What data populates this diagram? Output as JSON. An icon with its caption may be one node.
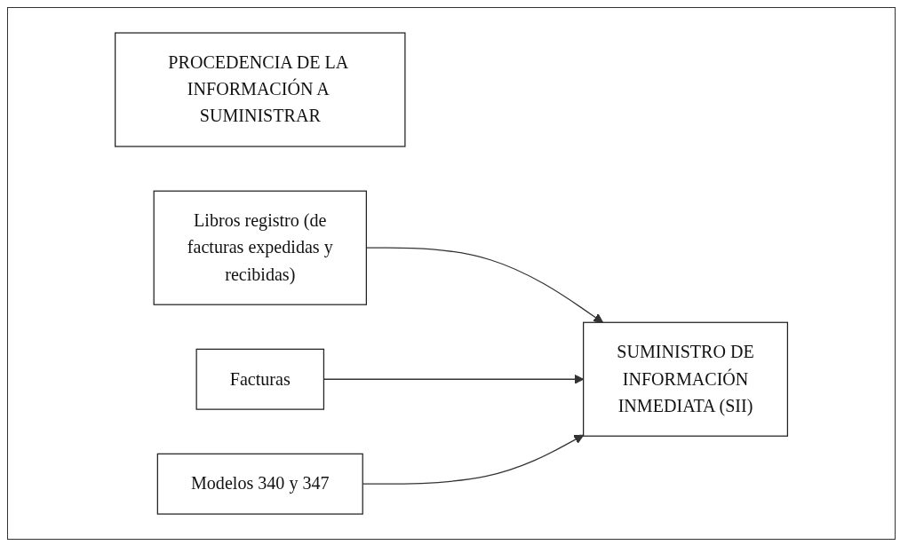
{
  "diagram": {
    "nodes": [
      {
        "text": [
          "PROCEDENCIA DE LA INFORMACIÓN A SUMINISTRAR"
        ]
      },
      {
        "text": [
          "Libros registro (de facturas expedidas y recibidas)"
        ]
      },
      {
        "text": [
          "Facturas"
        ]
      },
      {
        "text": [
          "Modelos 340 y 347"
        ]
      },
      {
        "text": [
          "SUMINISTRO DE INFORMACIÓN INMEDIATA (SII)"
        ]
      }
    ],
    "edges": [
      {
        "from": 1,
        "to": 4,
        "arrow": "to"
      },
      {
        "from": 2,
        "to": 4,
        "arrow": "to"
      },
      {
        "from": 3,
        "to": 4,
        "arrow": "to"
      }
    ]
  }
}
